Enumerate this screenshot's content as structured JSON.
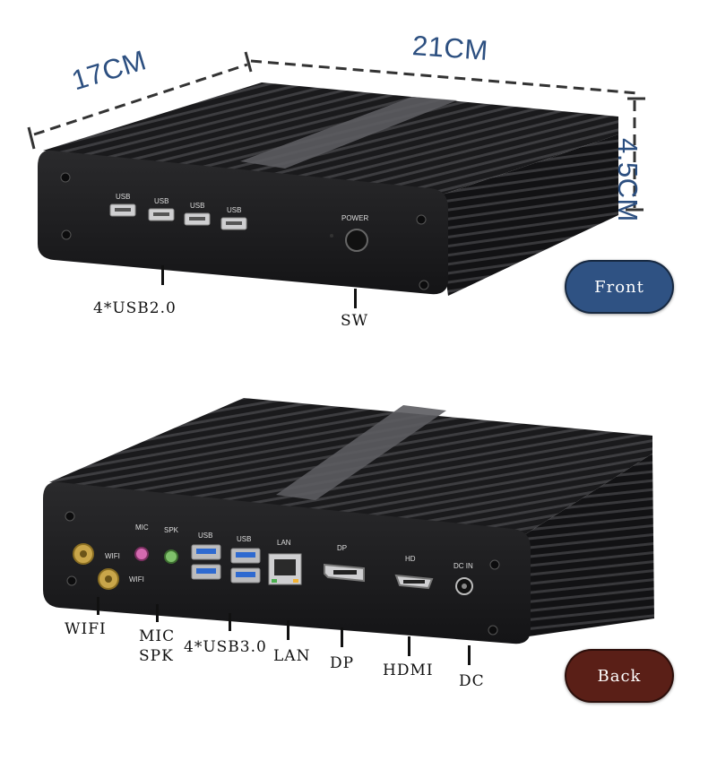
{
  "dimensions": {
    "width": "21CM",
    "depth": "17CM",
    "height": "4.5CM"
  },
  "front": {
    "badge": "Front",
    "badge_color": "#2f5283",
    "panel_labels": {
      "usb1": "USB",
      "usb2": "USB",
      "usb3": "USB",
      "usb4": "USB",
      "power": "POWER"
    },
    "callouts": {
      "usb": "4*USB2.0",
      "switch": "SW"
    }
  },
  "back": {
    "badge": "Back",
    "badge_color": "#5a1f17",
    "panel_labels": {
      "wifi1": "WIFI",
      "wifi2": "WIFI",
      "mic": "MIC",
      "spk": "SPK",
      "usb1": "USB",
      "usb2": "USB",
      "lan": "LAN",
      "dp": "DP",
      "hd": "HD",
      "dcin": "DC IN"
    },
    "callouts": {
      "wifi": "WIFI",
      "mic": "MIC",
      "spk": "SPK",
      "usb": "4*USB3.0",
      "lan": "LAN",
      "dp": "DP",
      "hdmi": "HDMI",
      "dc": "DC"
    }
  }
}
